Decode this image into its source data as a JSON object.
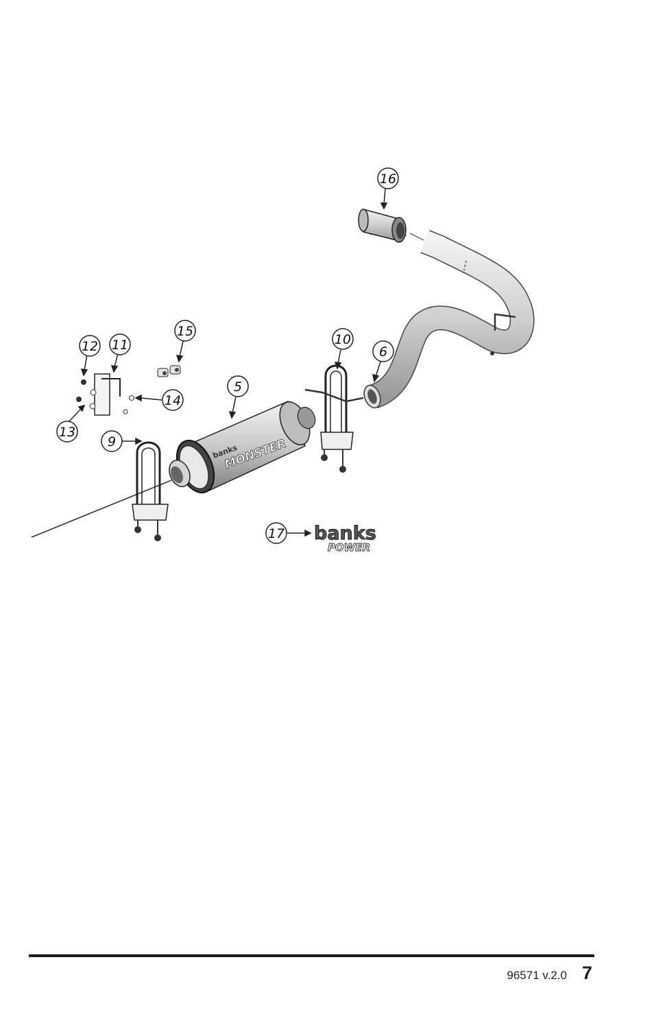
{
  "diagram": {
    "callouts": [
      {
        "id": "c16",
        "label": "16"
      },
      {
        "id": "c15",
        "label": "15"
      },
      {
        "id": "c12",
        "label": "12"
      },
      {
        "id": "c11",
        "label": "11"
      },
      {
        "id": "c10",
        "label": "10"
      },
      {
        "id": "c6",
        "label": "6"
      },
      {
        "id": "c5",
        "label": "5"
      },
      {
        "id": "c14",
        "label": "14"
      },
      {
        "id": "c13",
        "label": "13"
      },
      {
        "id": "c9",
        "label": "9"
      },
      {
        "id": "c17",
        "label": "17"
      }
    ],
    "muffler_brand": "banks",
    "muffler_model": "MONSTER",
    "logo": {
      "line1": "banks",
      "line2": "POWER"
    }
  },
  "footer": {
    "doc_id": "96571 v.2.0",
    "page_number": "7"
  }
}
